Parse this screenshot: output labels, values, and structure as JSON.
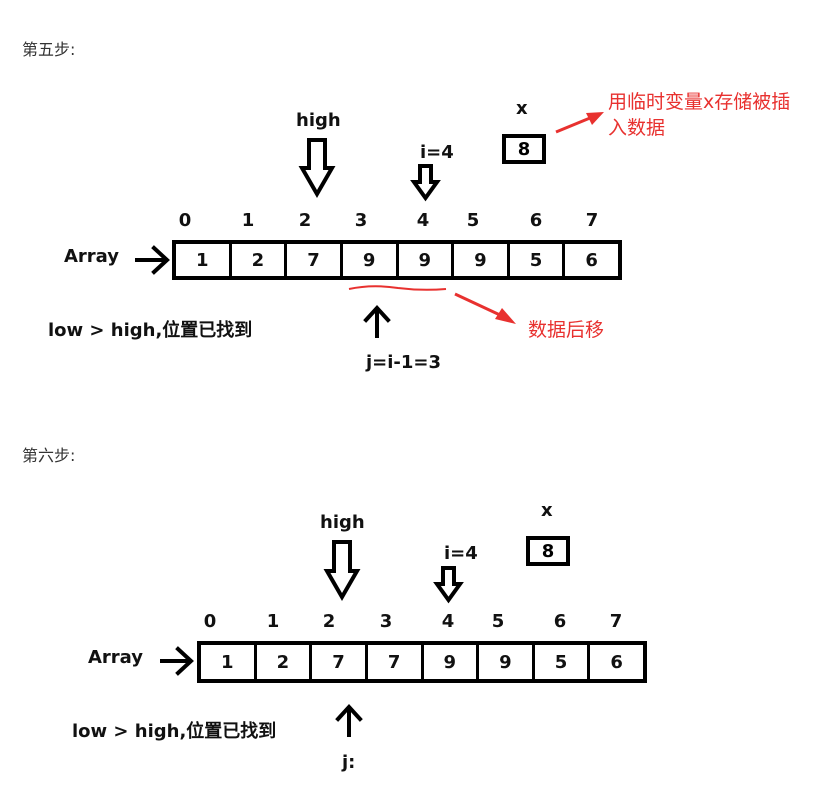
{
  "steps": [
    {
      "title": "第五步:",
      "high_label": "high",
      "i_label": "i=4",
      "x_label": "x",
      "x_value": "8",
      "array_label": "Array",
      "indices": [
        "0",
        "1",
        "2",
        "3",
        "4",
        "5",
        "6",
        "7"
      ],
      "cells": [
        "1",
        "2",
        "7",
        "9",
        "9",
        "9",
        "5",
        "6"
      ],
      "low_text": "low > high,位置已找到",
      "j_label": "j=i-1=3",
      "note_x": "用临时变量x存储被插入数据",
      "note_shift": "数据后移"
    },
    {
      "title": "第六步:",
      "high_label": "high",
      "i_label": "i=4",
      "x_label": "x",
      "x_value": "8",
      "array_label": "Array",
      "indices": [
        "0",
        "1",
        "2",
        "3",
        "4",
        "5",
        "6",
        "7"
      ],
      "cells": [
        "1",
        "2",
        "7",
        "7",
        "9",
        "9",
        "5",
        "6"
      ],
      "low_text": "low > high,位置已找到",
      "j_label": "j:"
    }
  ],
  "colors": {
    "accent_red": "#e8312f",
    "ink": "#000000"
  }
}
